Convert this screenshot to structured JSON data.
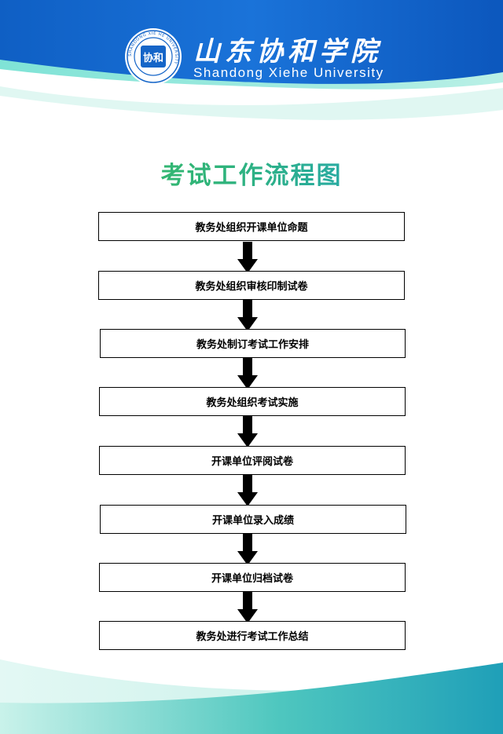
{
  "header": {
    "brand_cn": "山东协和学院",
    "brand_en": "Shandong Xiehe University",
    "emblem_ring_text": "SHANDONG XIE HE UNIVERSITY",
    "emblem_center_text": "协和"
  },
  "title": "考试工作流程图",
  "steps": [
    "教务处组织开课单位命题",
    "教务处组织审核印制试卷",
    "教务处制订考试工作安排",
    "教务处组织考试实施",
    "开课单位评阅试卷",
    "开课单位录入成绩",
    "开课单位归档试卷",
    "教务处进行考试工作总结"
  ],
  "colors": {
    "header_blue": "#1565c8",
    "teal": "#27b3ad",
    "title_green": "#3bbf5a",
    "title_blue": "#1f9fd6"
  }
}
